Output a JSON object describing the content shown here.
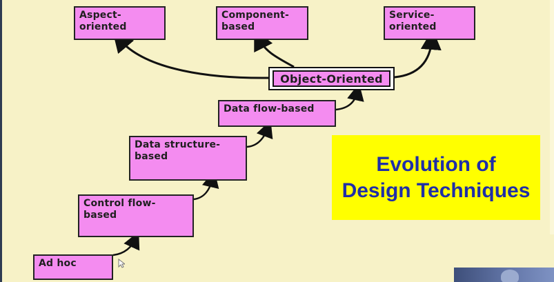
{
  "title": {
    "line1": "Evolution of",
    "line2": "Design Techniques"
  },
  "boxes": {
    "ad_hoc": "Ad hoc",
    "control_flow": "Control flow-\nbased",
    "data_structure": "Data structure-\nbased",
    "data_flow": "Data flow-based",
    "object_oriented": "Object-Oriented",
    "aspect_oriented": "Aspect-\noriented",
    "component_based": "Component-\nbased",
    "service_oriented": "Service-\noriented"
  },
  "colors": {
    "background": "#f7f2c7",
    "box_fill": "#f48cf0",
    "title_fill": "#ffff00",
    "title_text": "#1f2ea8"
  },
  "icons": {
    "cursor": "mouse-cursor-icon",
    "presenter": "presenter-thumbnail"
  }
}
